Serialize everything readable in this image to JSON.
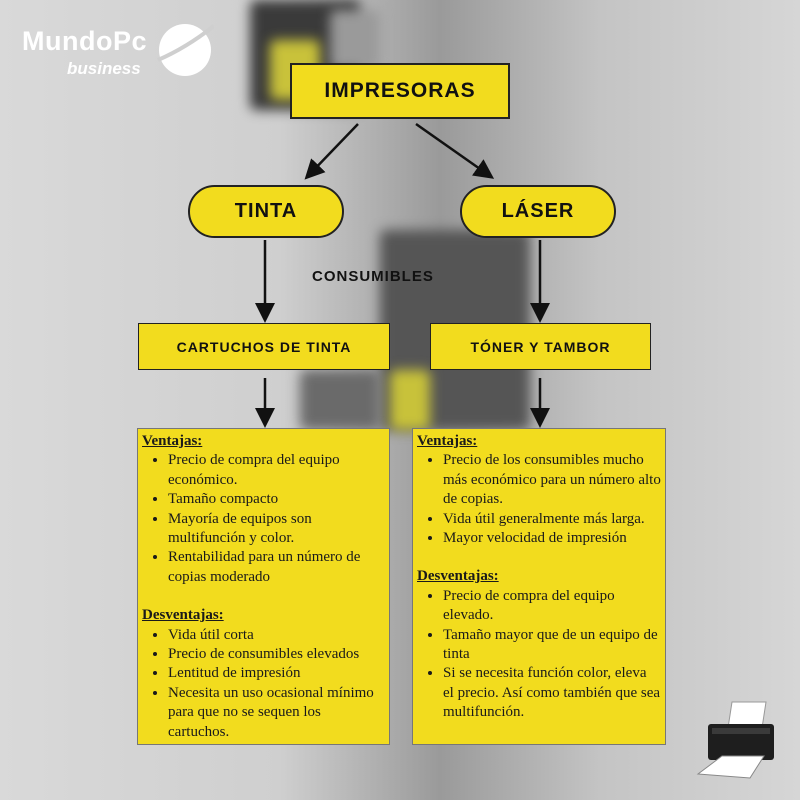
{
  "logo": {
    "brand": "MundoPc",
    "sub": "business"
  },
  "title": "IMPRESORAS",
  "branches": [
    {
      "type": "TINTA",
      "consumable": "CARTUCHOS DE TINTA",
      "pros_title": "Ventajas:",
      "pros": [
        "Precio de compra del equipo económico.",
        "Tamaño compacto",
        "Mayoría de equipos son multifunción y color.",
        "Rentabilidad para un número de copias moderado"
      ],
      "cons_title": "Desventajas:",
      "cons": [
        "Vida útil corta",
        "Precio de consumibles elevados",
        "Lentitud de impresión",
        "Necesita un uso ocasional mínimo para que no se sequen los cartuchos."
      ]
    },
    {
      "type": "LÁSER",
      "consumable": "TÓNER Y TAMBOR",
      "pros_title": "Ventajas:",
      "pros": [
        "Precio de los consumibles mucho más económico para un número alto de copias.",
        "Vida útil generalmente más larga.",
        "Mayor velocidad de impresión"
      ],
      "cons_title": "Desventajas:",
      "cons": [
        "Precio de compra del equipo elevado.",
        "Tamaño mayor que de un equipo de tinta",
        "Si se necesita función color, eleva el precio. Así como también que sea multifunción."
      ]
    }
  ],
  "consumables_label": "CONSUMIBLES",
  "colors": {
    "accent": "#f2dc1e",
    "border": "#222222"
  }
}
